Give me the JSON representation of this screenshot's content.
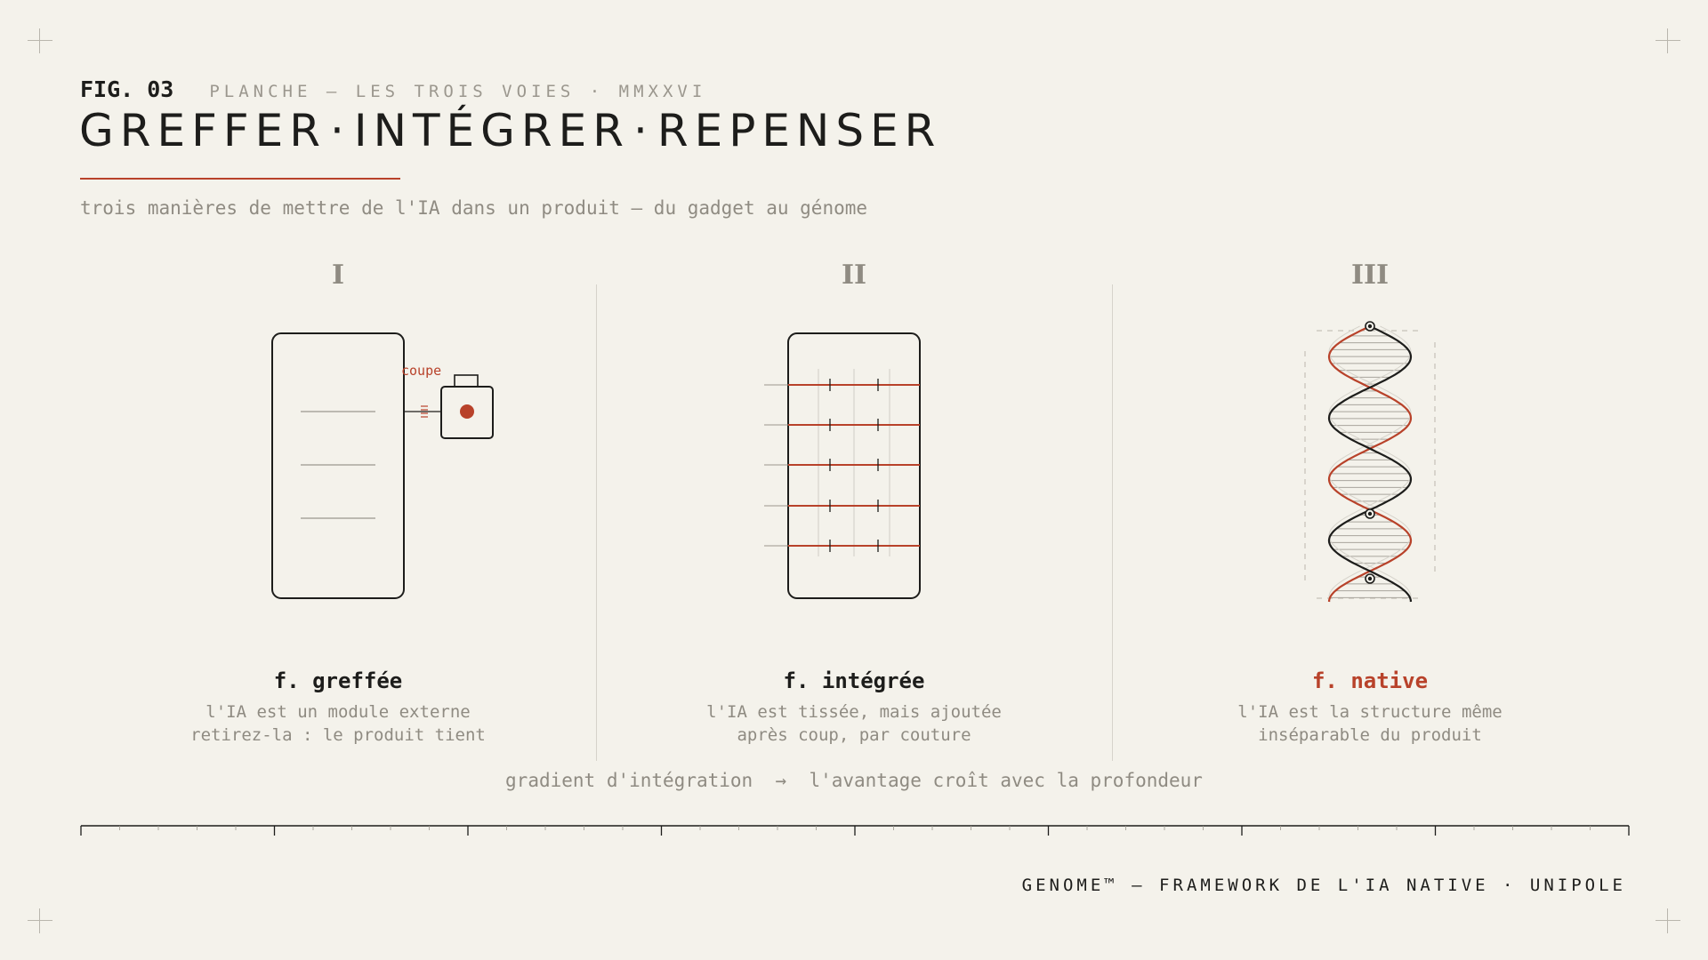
{
  "header": {
    "fig": "FIG. 03",
    "planche": "PLANCHE — LES TROIS VOIES · MMXXVI",
    "title_parts": [
      "GREFFER",
      "INTÉGRER",
      "REPENSER"
    ],
    "title_separator": "·",
    "subtitle": "trois manières de mettre de l'IA dans un produit — du gadget au génome"
  },
  "columns": [
    {
      "numeral": "I",
      "title": "f. greffée",
      "desc_lines": [
        "l'IA est un module externe",
        "retirez-la : le produit tient"
      ],
      "annotation": "coupe"
    },
    {
      "numeral": "II",
      "title": "f. intégrée",
      "desc_lines": [
        "l'IA est tissée, mais ajoutée",
        "après coup, par couture"
      ]
    },
    {
      "numeral": "III",
      "title": "f. native",
      "desc_lines": [
        "l'IA est la structure même",
        "inséparable du produit"
      ]
    }
  ],
  "gradient": {
    "left": "gradient d'intégration",
    "arrow": "→",
    "right": "l'avantage croît avec la profondeur"
  },
  "footer": "GENOME™ — FRAMEWORK DE L'IA NATIVE · UNIPOLE",
  "colors": {
    "background": "#f4f2eb",
    "ink": "#1d1d1b",
    "accent": "#b8422a",
    "muted": "#8f8b82",
    "hairline": "#d6d3cb"
  }
}
